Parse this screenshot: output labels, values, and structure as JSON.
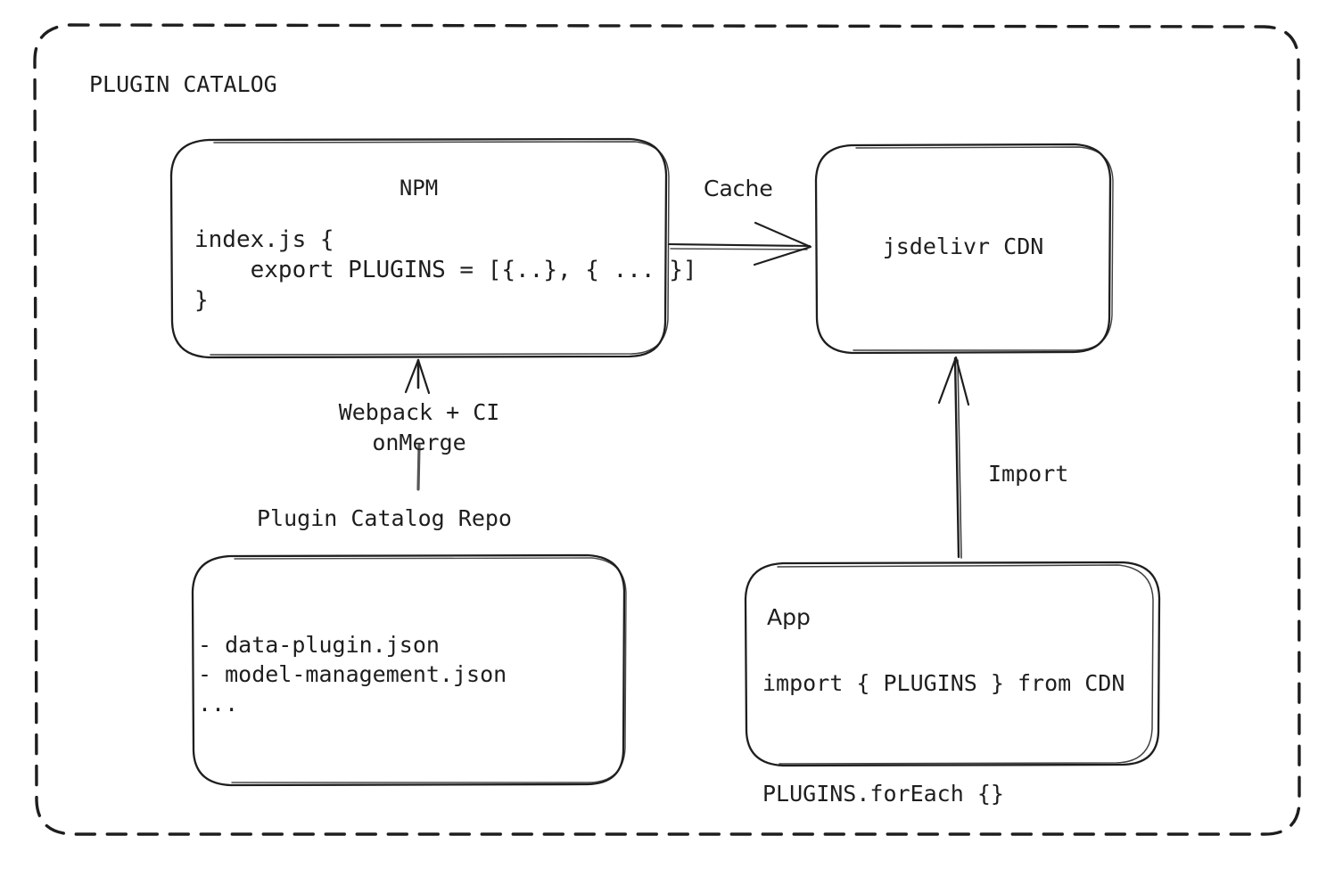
{
  "diagram": {
    "title": "PLUGIN CATALOG",
    "background": "#ffffff",
    "stroke_color": "#1e1e1e",
    "style": "hand-drawn-sketch"
  },
  "nodes": {
    "npm": {
      "title": "NPM",
      "code": "index.js {\n    export PLUGINS = [{..}, { ... }]\n}"
    },
    "cdn": {
      "title": "jsdelivr CDN"
    },
    "repo": {
      "caption": "Plugin Catalog Repo",
      "files": "- data-plugin.json\n- model-management.json\n..."
    },
    "app": {
      "title": "App",
      "code": "import { PLUGINS } from CDN\n\nPLUGINS.forEach {}"
    }
  },
  "edges": {
    "cache": {
      "label": "Cache",
      "from": "npm",
      "to": "cdn",
      "direction": "right"
    },
    "build": {
      "label": "Webpack + CI\nonMerge",
      "from": "repo",
      "to": "npm",
      "direction": "up"
    },
    "import": {
      "label": "Import",
      "from": "app",
      "to": "cdn",
      "direction": "up"
    }
  }
}
